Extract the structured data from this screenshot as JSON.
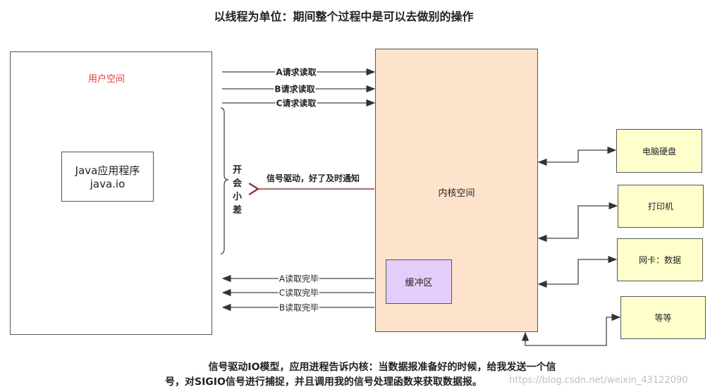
{
  "title": "以线程为单位：期间整个过程中是可以去做别的操作",
  "user_space": {
    "label": "用户空间",
    "app_line1": "Java应用程序",
    "app_line2": "java.io"
  },
  "kernel": {
    "label": "内核空间",
    "buffer": "缓冲区"
  },
  "requests": [
    "A请求读取",
    "B请求读取",
    "C请求读取"
  ],
  "signal": "信号驱动，好了及时通知",
  "brace_note": "开会小差",
  "completions": [
    "A读取完毕",
    "C读取完毕",
    "B读取完毕"
  ],
  "devices": [
    "电脑硬盘",
    "打印机",
    "网卡：数据",
    "等等"
  ],
  "caption": {
    "line1": "信号驱动IO模型，应用进程告诉内核：当数据报准备好的时候，给我发送一个信",
    "line2": "号，对SIGIO信号进行捕捉，并且调用我的信号处理函数来获取数据报。"
  },
  "watermark": "https://blog.csdn.net/weixin_43122090",
  "colors": {
    "kernel": "#fde3cb",
    "buffer": "#e5cdf9",
    "device": "#ffffcc",
    "user_label": "#e53935",
    "signal_arrow": "#8b3a3a"
  }
}
